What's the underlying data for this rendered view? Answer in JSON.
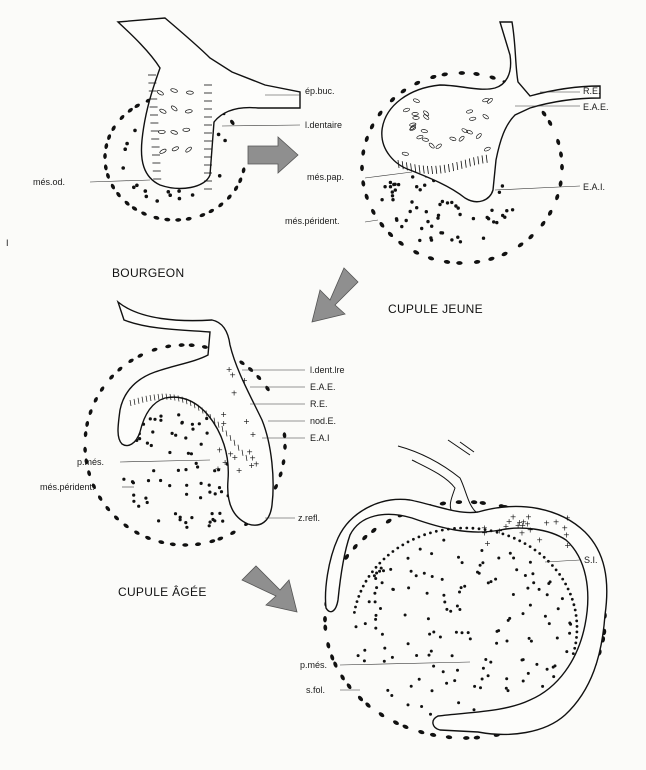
{
  "stages": {
    "bourgeon": "BOURGEON",
    "cupule_jeune": "CUPULE JEUNE",
    "cupule_agee": "CUPULE ÂGÉE"
  },
  "margin_mark": "I",
  "labels": {
    "bud": {
      "ep_buc": "ép.buc.",
      "l_dentaire": "l.dentaire",
      "mes_od": "més.od."
    },
    "young": {
      "re": "R.E.",
      "eae": "E.A.E.",
      "mes_pap": "més.pap.",
      "eai": "E.A.I.",
      "mes_perident": "més.pérident."
    },
    "old_cup": {
      "l_dent_lre": "l.dent.lre",
      "eae": "E.A.E.",
      "re": "R.E.",
      "nod_e": "nod.E.",
      "eai": "E.A.I",
      "p_mes": "p.més.",
      "mes_perident": "més.pérident.",
      "z_refl": "z.refl."
    },
    "bell": {
      "si": "S.I.",
      "p_mes": "p.més.",
      "s_fol": "s.fol."
    }
  },
  "colors": {
    "ink": "#111111",
    "arrow_fill": "#8f8f8f",
    "paper": "#fbfbf9"
  }
}
